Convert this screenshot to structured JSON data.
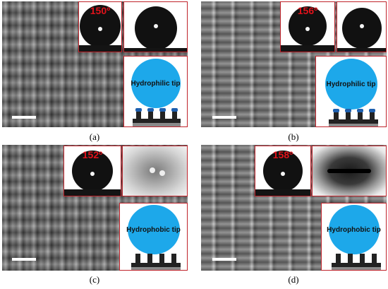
{
  "panels": [
    {
      "id": "a",
      "caption": "(a)",
      "contact_angle": "150º",
      "tip_label": "Hydrophilic tip"
    },
    {
      "id": "b",
      "caption": "(b)",
      "contact_angle": "156º",
      "tip_label": "Hydrophilic tip"
    },
    {
      "id": "c",
      "caption": "(c)",
      "contact_angle": "152º",
      "tip_label": "Hydrophobic tip"
    },
    {
      "id": "d",
      "caption": "(d)",
      "contact_angle": "158º",
      "tip_label": "Hydrophobic tip"
    }
  ],
  "colors": {
    "inset_border": "#c0222a",
    "angle_text": "#e0121b",
    "water_drop": "#1da8ea",
    "hydrophilic_tip": "#1e5fae"
  }
}
